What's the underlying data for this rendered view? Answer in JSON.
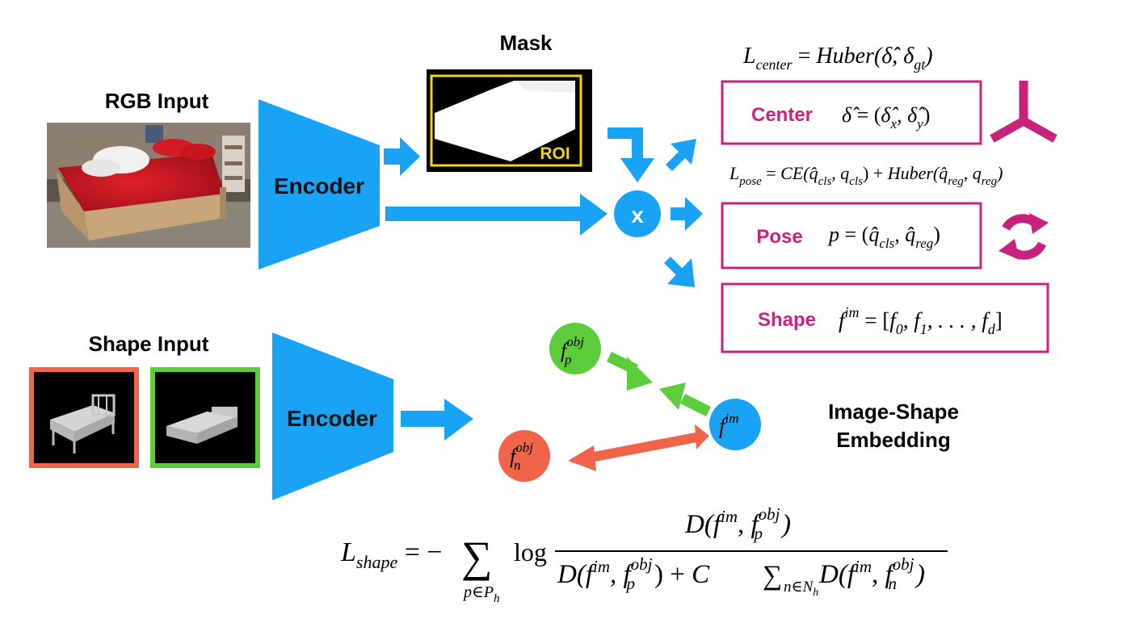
{
  "labels": {
    "rgb_input": "RGB Input",
    "mask": "Mask",
    "roi": "ROI",
    "encoder_top": "Encoder",
    "encoder_bottom": "Encoder",
    "multiply": "x",
    "shape_input": "Shape Input",
    "embedding_line1": "Image-Shape",
    "embedding_line2": "Embedding"
  },
  "heads": [
    {
      "name": "Center",
      "formula": "δ̂ = (δ̂x, δ̂y)",
      "icon": "tri-axis-icon"
    },
    {
      "name": "Pose",
      "formula": "p = (q̂cls, q̂reg)",
      "icon": "rotate-arrows-icon"
    },
    {
      "name": "Shape",
      "formula": "f im = [f0, f1, ..., fd]",
      "icon": ""
    }
  ],
  "losses": {
    "center": "Lcenter = Huber(δ̂, δgt)",
    "pose": "Lpose = CE(q̂cls, qcls) + Huber(q̂reg, qreg)",
    "shape": "Lshape = − Σp∈Ph log D(f im, f obj p) / (D(f im, f obj p) + C Σn∈Nh D(f im, f obj n))"
  },
  "nodes": {
    "positive": "f obj p",
    "negative": "f obj n",
    "image": "f im"
  },
  "colors": {
    "blue": "#1aa3f5",
    "magenta": "#c8237c",
    "green": "#5dcc3a",
    "red": "#f06449",
    "yellow": "#f4d217"
  }
}
